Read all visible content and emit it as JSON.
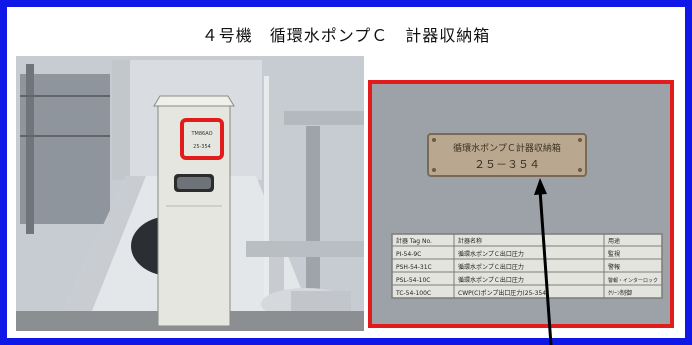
{
  "title": "４号機　循環水ポンプＣ　計器収納箱",
  "photo_left": {
    "box_label_top": "TM86AO",
    "box_label_bottom": "25-354"
  },
  "photo_right": {
    "plate": {
      "line1": "循環水ポンプＣ計器収納箱",
      "line2": "２５－３５４"
    },
    "table_headers": [
      "計器 Tag No.",
      "計器名称",
      "用途"
    ],
    "table_rows": [
      [
        "PI-54-9C",
        "循環水ポンプＣ出口圧力",
        "監視"
      ],
      [
        "PSH-54-31C",
        "循環水ポンプＣ出口圧力",
        "警報"
      ],
      [
        "PSL-54-10C",
        "循環水ポンプＣ出口圧力",
        "警報・インターロック"
      ],
      [
        "TC-54-100C",
        "CWP(C)ポンプ出口圧力(25-354)",
        "ｸﾘｰﾝ制御"
      ]
    ]
  },
  "colors": {
    "frame": "#1018e8",
    "highlight": "#e21b1b"
  }
}
